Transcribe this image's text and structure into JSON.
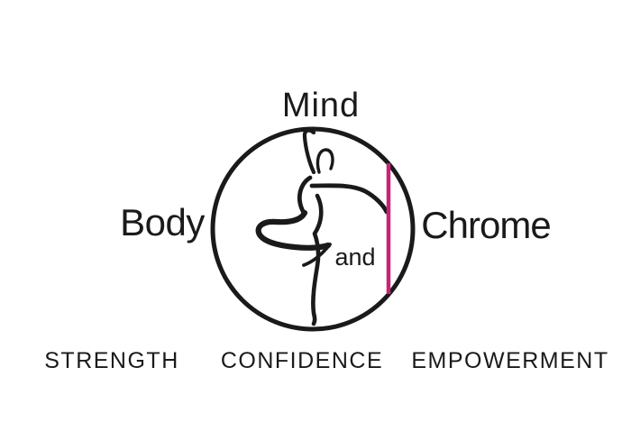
{
  "logo": {
    "word_top": "Mind",
    "word_left": "Body",
    "word_and": "and",
    "word_right": "Chrome"
  },
  "tagline": {
    "words": [
      "STRENGTH",
      "CONFIDENCE",
      "EMPOWERMENT"
    ]
  },
  "icons": {
    "dancer": "pole-dancer-silhouette",
    "pole": "vertical-pole"
  },
  "colors": {
    "ink": "#1a1a1a",
    "pole": "#c92279",
    "background": "#ffffff"
  }
}
